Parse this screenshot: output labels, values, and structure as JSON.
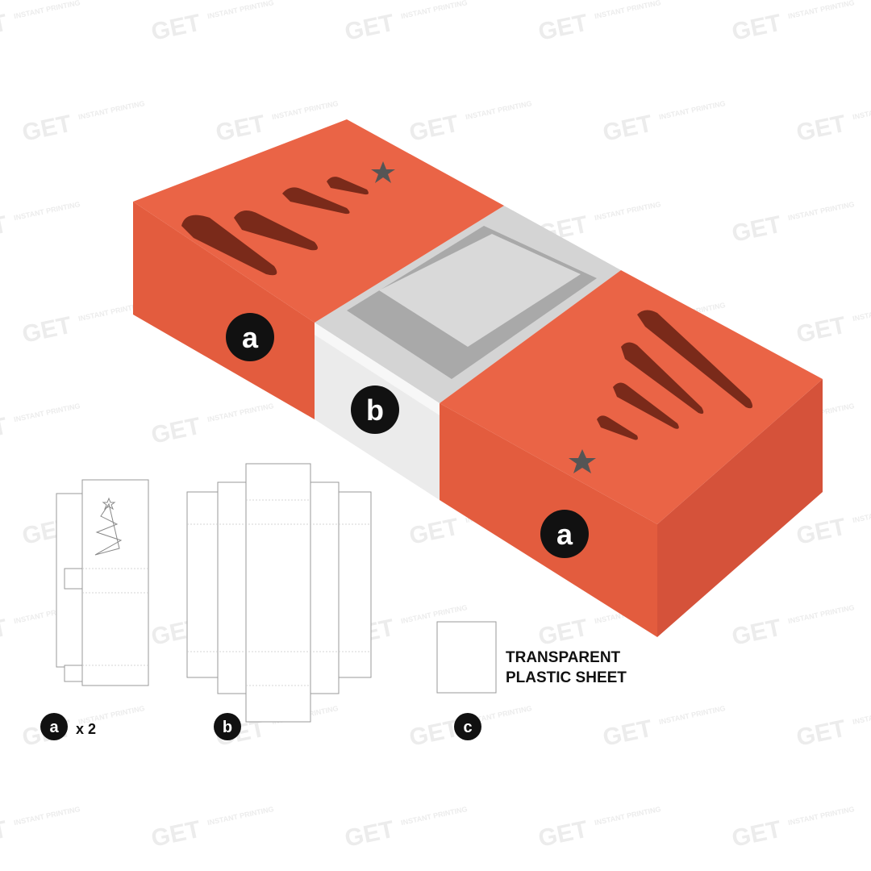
{
  "watermark": "GET INSTANT PRINTING",
  "box": {
    "part_a_label": "a",
    "part_b_label": "b",
    "colors": {
      "sleeve_top": "#ea6446",
      "sleeve_front": "#e35c3e",
      "sleeve_side": "#d5523a",
      "tray": "#e4e4e4"
    }
  },
  "dielines": {
    "a": {
      "label": "a",
      "quantity": "x 2"
    },
    "b": {
      "label": "b"
    },
    "c": {
      "label": "c",
      "caption_line1": "TRANSPARENT",
      "caption_line2": "PLASTIC SHEET"
    }
  }
}
